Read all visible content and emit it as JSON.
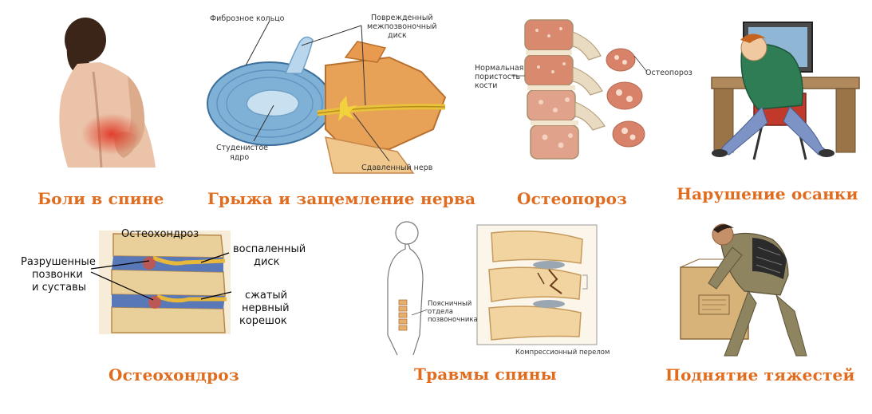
{
  "captions": {
    "back_pain": "Боли в спине",
    "hernia": "Грыжа и защемление нерва",
    "osteoporosis": "Остеопороз",
    "posture": "Нарушение осанки",
    "osteochondrosis": "Остеохондроз",
    "injuries": "Травмы спины",
    "lifting": "Поднятие тяжестей"
  },
  "hernia_labels": {
    "fibrous_ring": "Фиброзное кольцо",
    "damaged_disc_1": "Поврежденный",
    "damaged_disc_2": "межпозвоночный",
    "damaged_disc_3": "диск",
    "nucleus_1": "Студенистое",
    "nucleus_2": "ядро",
    "nerve": "Сдавленный нерв"
  },
  "osteoporosis_labels": {
    "normal_1": "Нормальная",
    "normal_2": "пористость",
    "normal_3": "кости",
    "osteoporosis": "Остеопороз"
  },
  "osteochondrosis_labels": {
    "title": "Остеохондроз",
    "destroyed_1": "Разрушенные",
    "destroyed_2": "позвонки",
    "destroyed_3": "и суставы",
    "inflamed_1": "воспаленный",
    "inflamed_2": "диск",
    "root_1": "сжатый",
    "root_2": "нервный",
    "root_3": "корешок"
  },
  "injury_labels": {
    "lumbar_1": "Поясничный",
    "lumbar_2": "отдела",
    "lumbar_3": "позвоночника",
    "fracture": "Компрессионный перелом"
  },
  "colors": {
    "caption": "#e06c1f"
  }
}
